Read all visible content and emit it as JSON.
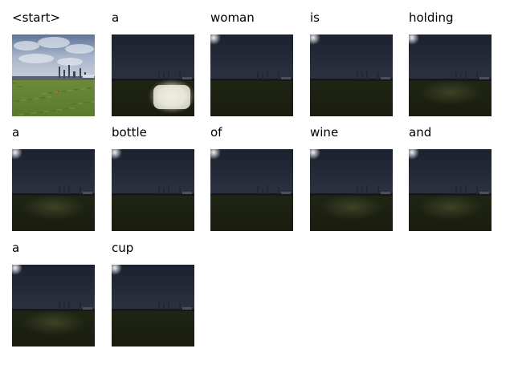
{
  "figure": {
    "words": [
      "<start>",
      "a",
      "woman",
      "is",
      "holding",
      "a",
      "bottle",
      "of",
      "wine",
      "and",
      "a",
      "cup"
    ],
    "columns": 5
  }
}
